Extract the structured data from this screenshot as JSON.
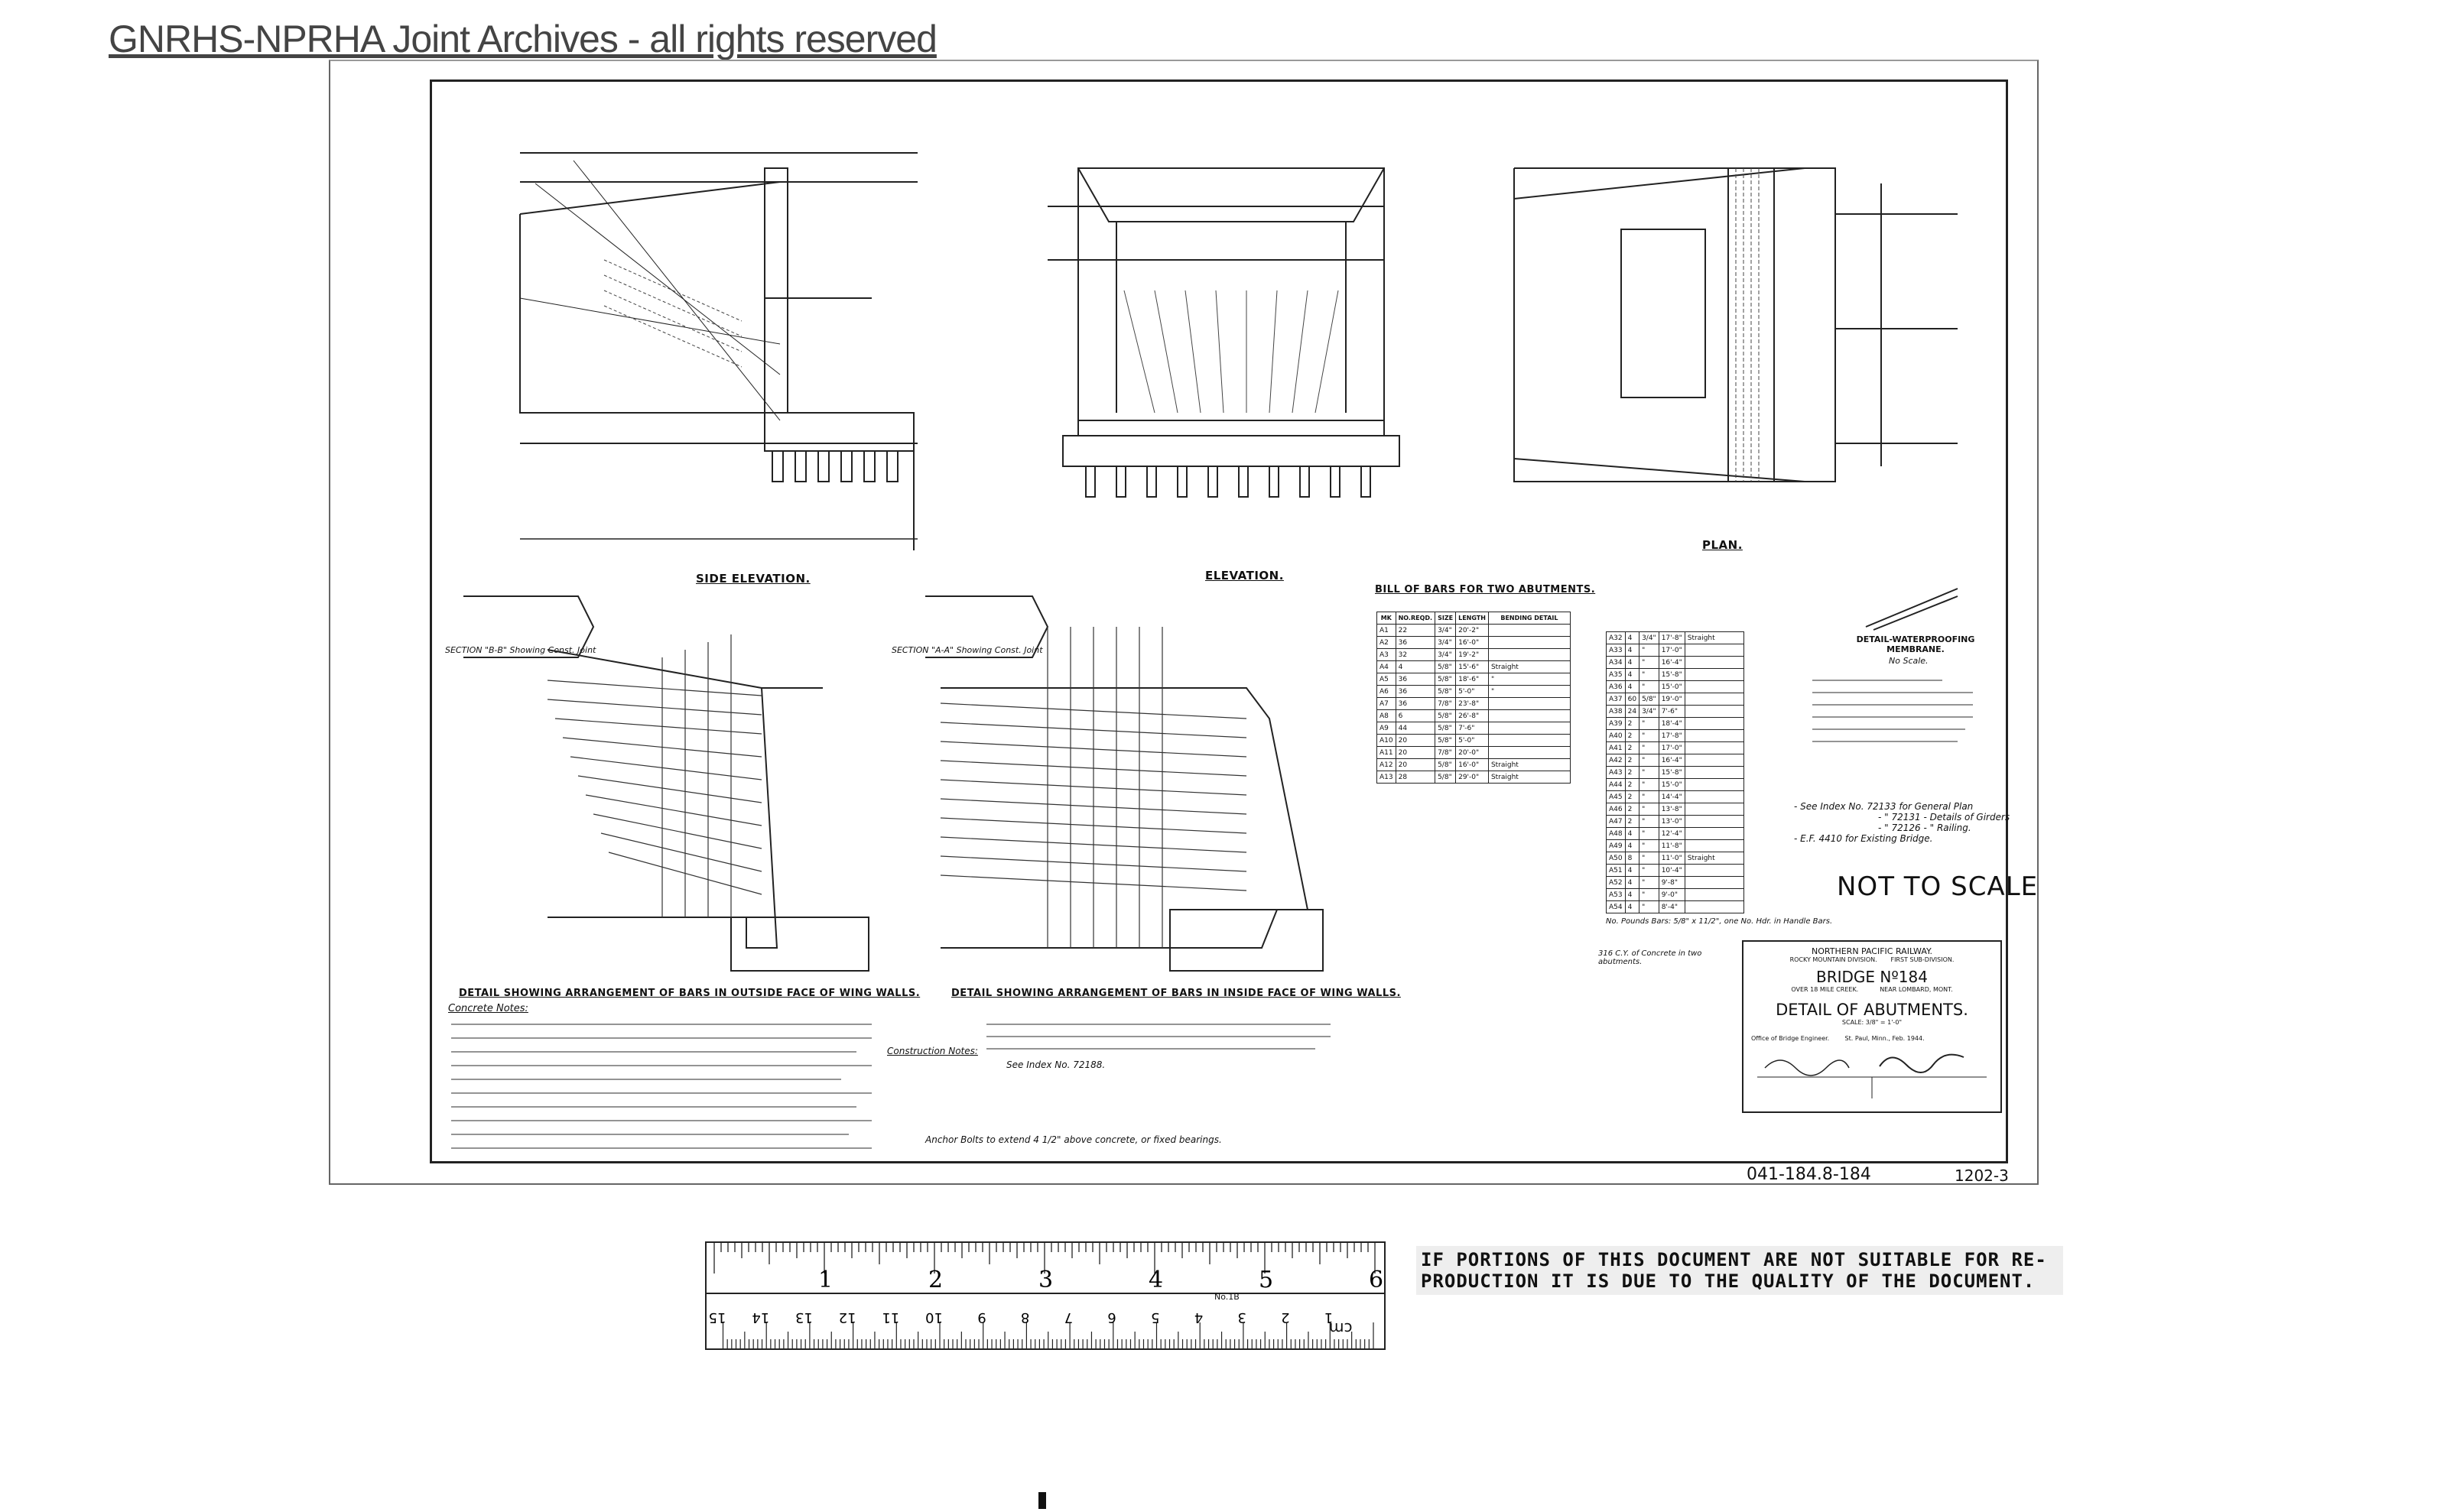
{
  "watermark": "GNRHS-NPRHA Joint Archives - all rights reserved",
  "views": {
    "side_elevation": "SIDE ELEVATION.",
    "elevation": "ELEVATION.",
    "plan": "PLAN."
  },
  "sections": {
    "b_b": "SECTION \"B-B\" Showing Const. Joint",
    "a_a": "SECTION \"A-A\" Showing Const. Joint"
  },
  "detail_titles": {
    "outside": "DETAIL SHOWING ARRANGEMENT OF BARS IN OUTSIDE FACE OF WING WALLS.",
    "inside": "DETAIL SHOWING ARRANGEMENT OF BARS IN INSIDE FACE OF WING WALLS."
  },
  "bill": {
    "title": "BILL OF BARS FOR TWO ABUTMENTS.",
    "headers": [
      "MK",
      "NO.REQD.",
      "SIZE",
      "LENGTH",
      "BENDING DETAIL"
    ],
    "rows_left": [
      [
        "A1",
        "22",
        "3/4\"",
        "20'-2\"",
        ""
      ],
      [
        "A2",
        "36",
        "3/4\"",
        "16'-0\"",
        ""
      ],
      [
        "A3",
        "32",
        "3/4\"",
        "19'-2\"",
        ""
      ],
      [
        "A4",
        "4",
        "5/8\"",
        "15'-6\"",
        "Straight"
      ],
      [
        "A5",
        "36",
        "5/8\"",
        "18'-6\"",
        "\""
      ],
      [
        "A6",
        "36",
        "5/8\"",
        "5'-0\"",
        "\""
      ],
      [
        "A7",
        "36",
        "7/8\"",
        "23'-8\"",
        ""
      ],
      [
        "A8",
        "6",
        "5/8\"",
        "26'-8\"",
        ""
      ],
      [
        "A9",
        "44",
        "5/8\"",
        "7'-6\"",
        ""
      ],
      [
        "A10",
        "20",
        "5/8\"",
        "5'-0\"",
        ""
      ],
      [
        "A11",
        "20",
        "7/8\"",
        "20'-0\"",
        ""
      ],
      [
        "A12",
        "20",
        "5/8\"",
        "16'-0\"",
        "Straight"
      ],
      [
        "A13",
        "28",
        "5/8\"",
        "29'-0\"",
        "Straight"
      ]
    ],
    "rows_right": [
      [
        "A32",
        "4",
        "3/4\"",
        "17'-8\"",
        "Straight"
      ],
      [
        "A33",
        "4",
        "\"",
        "17'-0\"",
        ""
      ],
      [
        "A34",
        "4",
        "\"",
        "16'-4\"",
        ""
      ],
      [
        "A35",
        "4",
        "\"",
        "15'-8\"",
        ""
      ],
      [
        "A36",
        "4",
        "\"",
        "15'-0\"",
        ""
      ],
      [
        "A37",
        "60",
        "5/8\"",
        "19'-0\"",
        ""
      ],
      [
        "A38",
        "24",
        "3/4\"",
        "7'-6\"",
        ""
      ],
      [
        "A39",
        "2",
        "\"",
        "18'-4\"",
        ""
      ],
      [
        "A40",
        "2",
        "\"",
        "17'-8\"",
        ""
      ],
      [
        "A41",
        "2",
        "\"",
        "17'-0\"",
        ""
      ],
      [
        "A42",
        "2",
        "\"",
        "16'-4\"",
        ""
      ],
      [
        "A43",
        "2",
        "\"",
        "15'-8\"",
        ""
      ],
      [
        "A44",
        "2",
        "\"",
        "15'-0\"",
        ""
      ],
      [
        "A45",
        "2",
        "\"",
        "14'-4\"",
        ""
      ],
      [
        "A46",
        "2",
        "\"",
        "13'-8\"",
        ""
      ],
      [
        "A47",
        "2",
        "\"",
        "13'-0\"",
        ""
      ],
      [
        "A48",
        "4",
        "\"",
        "12'-4\"",
        ""
      ],
      [
        "A49",
        "4",
        "\"",
        "11'-8\"",
        ""
      ],
      [
        "A50",
        "8",
        "\"",
        "11'-0\"",
        "Straight"
      ],
      [
        "A51",
        "4",
        "\"",
        "10'-4\"",
        ""
      ],
      [
        "A52",
        "4",
        "\"",
        "9'-8\"",
        ""
      ],
      [
        "A53",
        "4",
        "\"",
        "9'-0\"",
        ""
      ],
      [
        "A54",
        "4",
        "\"",
        "8'-4\"",
        ""
      ]
    ],
    "note": "No. Pounds Bars: 5/8\" x 11/2\", one No. Hdr. in Handle Bars."
  },
  "waterproof": {
    "title": "DETAIL-WATERPROOFING MEMBRANE.",
    "scale": "No Scale."
  },
  "indexes": [
    "- See Index No. 72133 for General Plan",
    "- \" 72131 - Details of Girders",
    "- \" 72126 - \" Railing.",
    "- E.F. 4410 for Existing Bridge."
  ],
  "not_to_scale": "NOT TO SCALE",
  "concrete": "316 C.Y. of Concrete in two abutments.",
  "title_block": {
    "railway": "NORTHERN PACIFIC RAILWAY.",
    "division": "ROCKY MOUNTAIN DIVISION.       FIRST SUB-DIVISION.",
    "bridge": "BRIDGE Nº184",
    "location": "OVER 18 MILE CREEK.           NEAR LOMBARD, MONT.",
    "detail": "DETAIL OF ABUTMENTS.",
    "scale": "SCALE: 3/8\" = 1'-0\"",
    "office": "Office of Bridge Engineer.        St. Paul, Minn., Feb. 1944."
  },
  "sheet_number": "041-184.8-184",
  "sheet_code": "1202-3",
  "concrete_notes": {
    "heading": "Concrete Notes:",
    "construction": "Construction Notes:",
    "see_index": "See Index No. 72188."
  },
  "anchor_note": "Anchor Bolts to extend 4 1/2\" above concrete, or fixed bearings.",
  "ruler": {
    "top_ticks": [
      "1",
      "2",
      "3",
      "4",
      "5",
      "6"
    ],
    "bottom_ticks": [
      "1",
      "2",
      "3",
      "4",
      "5",
      "6",
      "7",
      "8",
      "9",
      "10",
      "11",
      "12",
      "13",
      "14",
      "15"
    ],
    "model": "No.1B",
    "unit": "cm"
  },
  "notice": {
    "line1": "IF PORTIONS OF THIS DOCUMENT ARE NOT SUITABLE FOR RE-",
    "line2": "PRODUCTION IT IS DUE TO THE QUALITY OF THE DOCUMENT."
  }
}
